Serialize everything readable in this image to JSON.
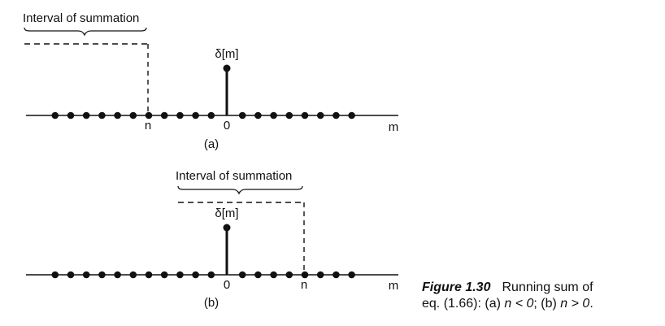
{
  "panel_a": {
    "interval_label": "Interval of summation",
    "delta_label": "δ[m]",
    "n_label": "n",
    "zero_label": "0",
    "axis_label": "m",
    "sublabel": "(a)"
  },
  "panel_b": {
    "interval_label": "Interval of summation",
    "delta_label": "δ[m]",
    "n_label": "n",
    "zero_label": "0",
    "axis_label": "m",
    "sublabel": "(b)"
  },
  "caption": {
    "figure_label": "Figure 1.30",
    "text_line1": "Running sum of",
    "text_line2_prefix": "eq. (1.66): (a) ",
    "cond_a": "n < 0",
    "text_mid": "; (b) ",
    "cond_b": "n > 0",
    "text_end": "."
  }
}
